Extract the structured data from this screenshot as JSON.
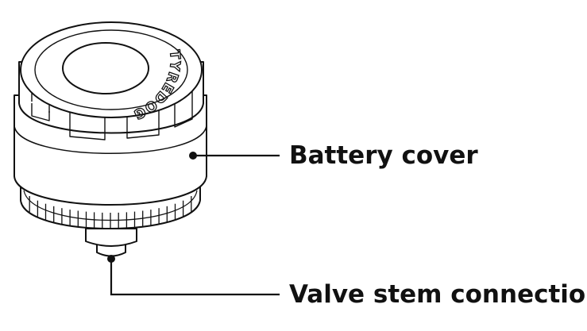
{
  "brand_text": "TYREDOG",
  "labels": {
    "battery_cover": "Battery cover",
    "valve_stem": "Valve stem connection"
  },
  "colors": {
    "ink": "#111111",
    "background": "#ffffff"
  }
}
